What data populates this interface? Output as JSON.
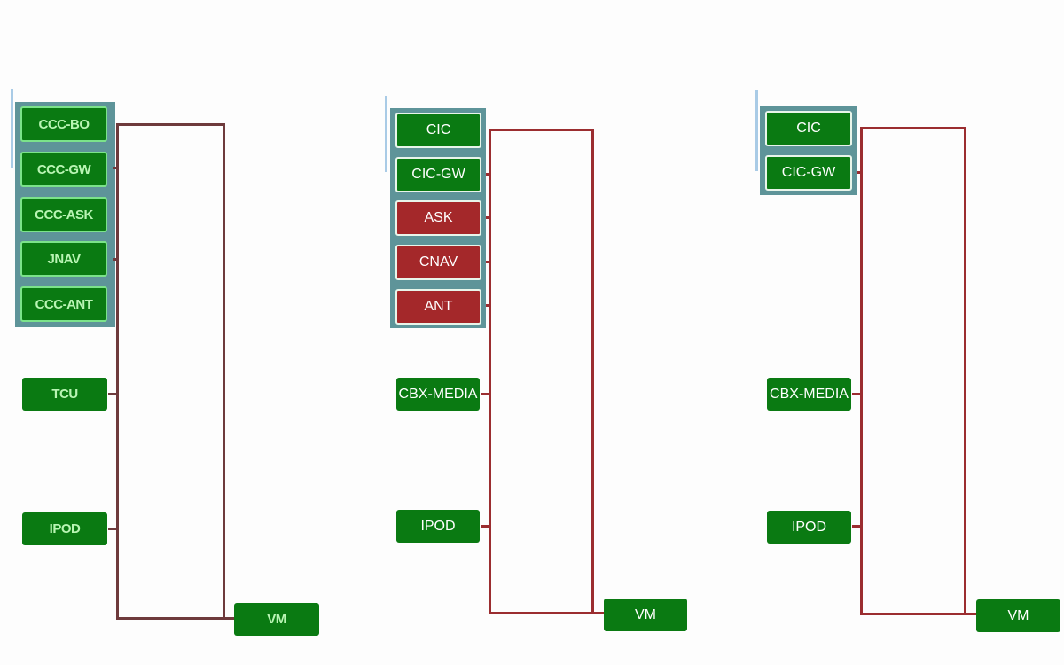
{
  "diagram": {
    "colors": {
      "ok": "#0a7a12",
      "fault": "#a4282a",
      "bus": "#9b2d30",
      "group": "#5e9499"
    },
    "panels": [
      {
        "group_nodes": [
          {
            "label": "CCC-BO",
            "status": "ok"
          },
          {
            "label": "CCC-GW",
            "status": "ok"
          },
          {
            "label": "CCC-ASK",
            "status": "ok"
          },
          {
            "label": "JNAV",
            "status": "ok"
          },
          {
            "label": "CCC-ANT",
            "status": "ok"
          }
        ],
        "standalone_nodes": [
          {
            "label": "TCU",
            "status": "ok"
          },
          {
            "label": "IPOD",
            "status": "ok"
          }
        ],
        "target_node": {
          "label": "VM",
          "status": "ok"
        }
      },
      {
        "group_nodes": [
          {
            "label": "CIC",
            "status": "ok"
          },
          {
            "label": "CIC-GW",
            "status": "ok"
          },
          {
            "label": "ASK",
            "status": "fault"
          },
          {
            "label": "CNAV",
            "status": "fault"
          },
          {
            "label": "ANT",
            "status": "fault"
          }
        ],
        "standalone_nodes": [
          {
            "label": "CBX-MEDIA",
            "status": "ok"
          },
          {
            "label": "IPOD",
            "status": "ok"
          }
        ],
        "target_node": {
          "label": "VM",
          "status": "ok"
        }
      },
      {
        "group_nodes": [
          {
            "label": "CIC",
            "status": "ok"
          },
          {
            "label": "CIC-GW",
            "status": "ok"
          }
        ],
        "standalone_nodes": [
          {
            "label": "CBX-MEDIA",
            "status": "ok"
          },
          {
            "label": "IPOD",
            "status": "ok"
          }
        ],
        "target_node": {
          "label": "VM",
          "status": "ok"
        }
      }
    ]
  }
}
